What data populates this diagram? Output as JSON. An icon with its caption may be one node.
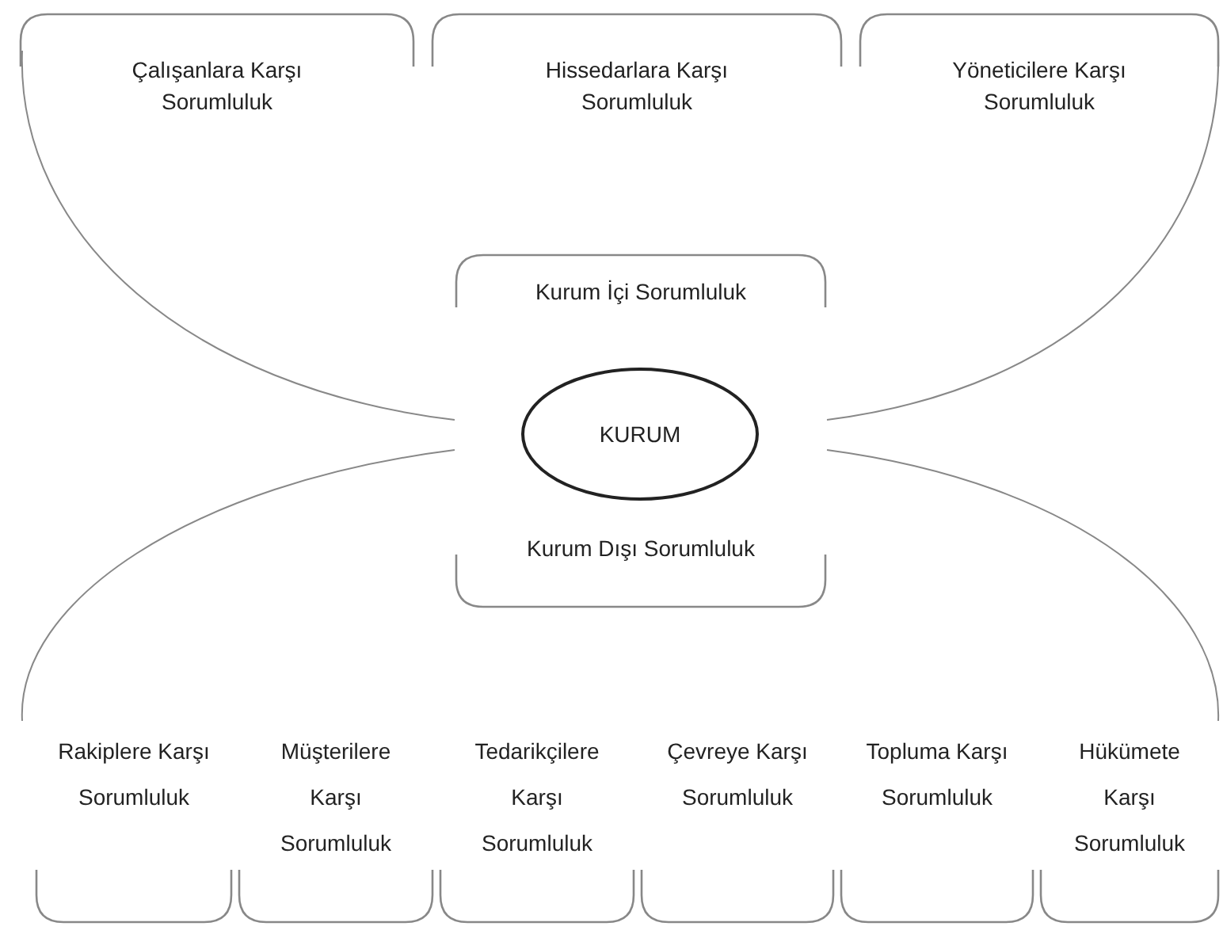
{
  "diagram": {
    "nodes": [
      {
        "text": [
          "Çalışanlara Karşı Sorumluluk"
        ]
      },
      {
        "text": [
          "Hissedarlara Karşı Sorumluluk"
        ]
      },
      {
        "text": [
          "Yöneticilere Karşı Sorumluluk"
        ]
      },
      {
        "text": [
          "Kurum İçi Sorumluluk",
          "Kurum Dışı Sorumluluk"
        ]
      },
      {
        "text": [
          "KURUM"
        ],
        "in": 3
      },
      {
        "text": [
          "Rakiplere Karşı Sorumluluk"
        ]
      },
      {
        "text": [
          "Müşterilere Karşı Sorumluluk"
        ]
      },
      {
        "text": [
          "Tedarikçilere Karşı Sorumluluk"
        ]
      },
      {
        "text": [
          "Çevreye Karşı Sorumluluk"
        ]
      },
      {
        "text": [
          "Topluma Karşı Sorumluluk"
        ]
      },
      {
        "text": [
          "Hükümete Karşı Sorumluluk"
        ]
      }
    ]
  }
}
